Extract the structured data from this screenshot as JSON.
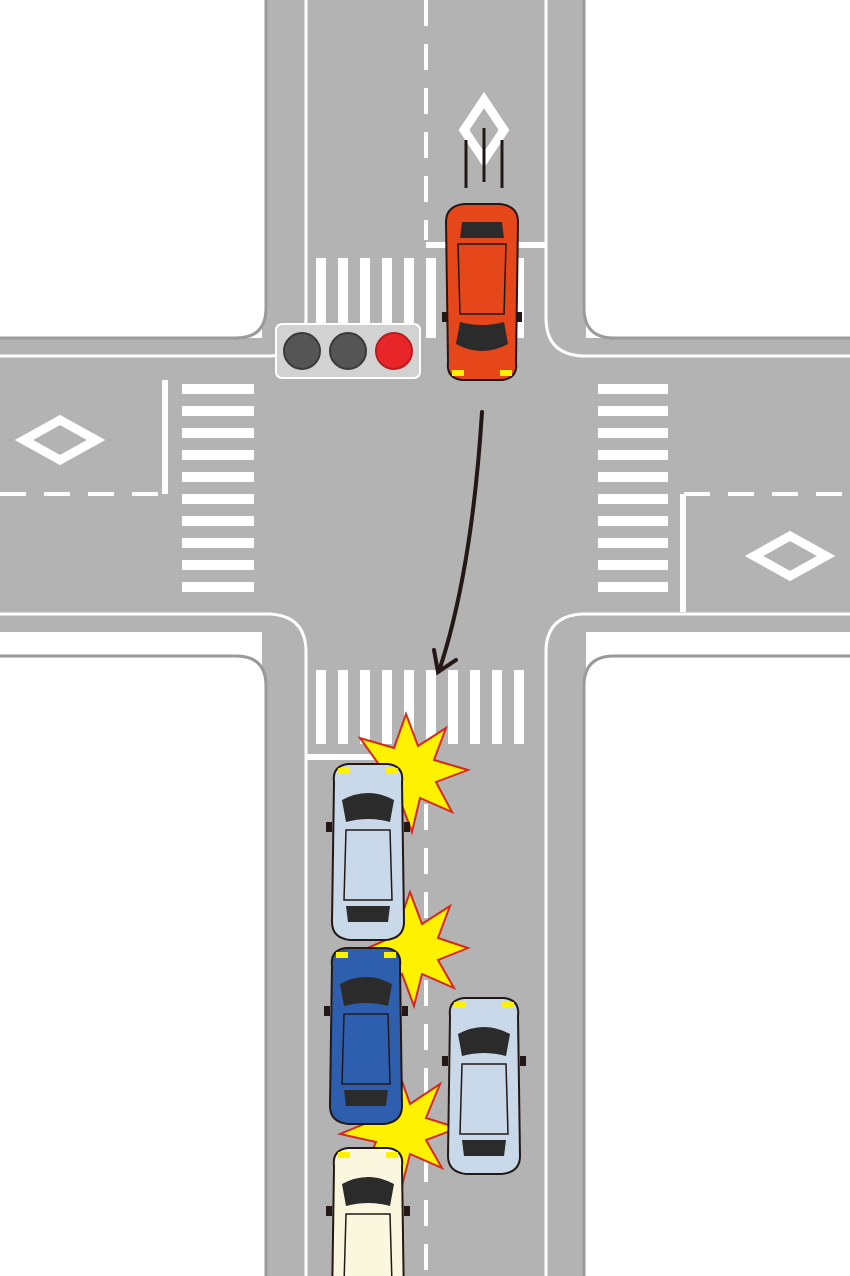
{
  "diagram": {
    "kind": "traffic-accident-illustration",
    "colors": {
      "road": "#b3b3b3",
      "curb": "#9a9a9a",
      "sidewalk": "#ffffff",
      "marking": "#ffffff",
      "arrow": "#231815",
      "impact_fill": "#fff200",
      "impact_stroke": "#d6281c"
    },
    "traffic_light": {
      "lamps": [
        {
          "name": "green-lamp",
          "state": "off",
          "color": "#555555"
        },
        {
          "name": "yellow-lamp",
          "state": "off",
          "color": "#555555"
        },
        {
          "name": "red-lamp",
          "state": "on",
          "color": "#e8262a"
        }
      ]
    },
    "vehicles": [
      {
        "name": "red-car",
        "color": "#e5461a",
        "heading": "south",
        "role": "turning vehicle running red light"
      },
      {
        "name": "light-blue-car-front",
        "color": "#c9d9ea",
        "heading": "north",
        "role": "first waiting car"
      },
      {
        "name": "blue-car",
        "color": "#2e5fae",
        "heading": "north",
        "role": "second waiting car"
      },
      {
        "name": "light-blue-car-right",
        "color": "#c9d9ea",
        "heading": "north",
        "role": "car in adjacent lane"
      },
      {
        "name": "cream-car",
        "color": "#fbf7de",
        "heading": "north",
        "role": "third waiting car"
      }
    ],
    "impacts": 3
  }
}
